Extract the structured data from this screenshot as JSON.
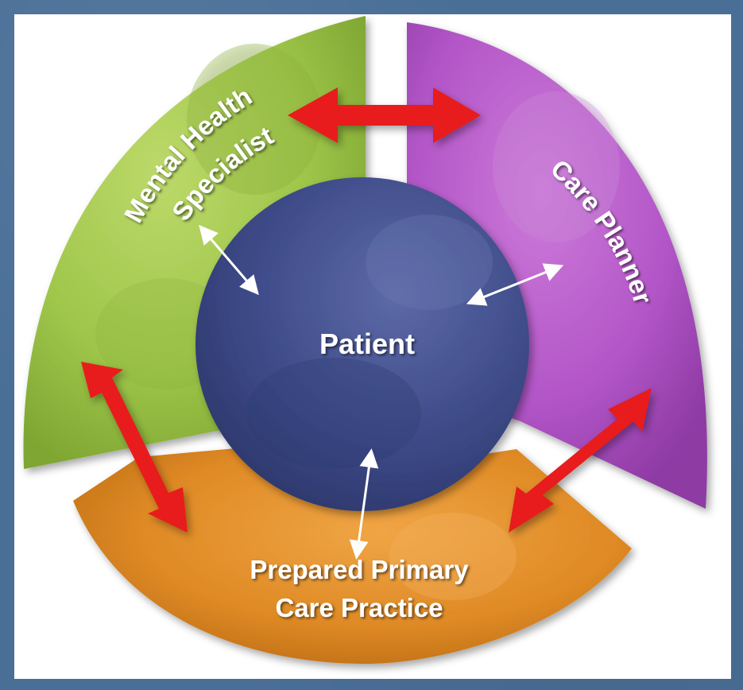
{
  "diagram": {
    "center_label": "Patient",
    "segments": [
      {
        "id": "mental",
        "lines": [
          "Mental Health",
          "Specialist"
        ],
        "color": "#a7cf4c"
      },
      {
        "id": "care",
        "lines": [
          "Care Planner"
        ],
        "color": "#b455c9"
      },
      {
        "id": "primary",
        "lines": [
          "Prepared Primary",
          "Care Practice"
        ],
        "color": "#e38b26"
      }
    ],
    "center_color": "#3d4a86",
    "connector_color": "#e81a1a"
  }
}
